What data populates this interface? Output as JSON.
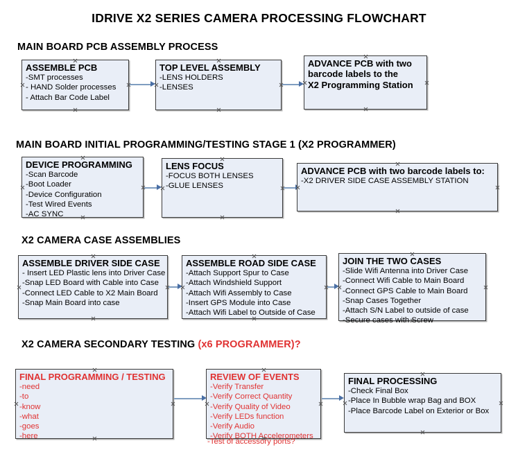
{
  "title": "IDRIVE X2  SERIES CAMERA PROCESSING FLOWCHART",
  "sections": [
    {
      "heading": "MAIN BOARD PCB ASSEMBLY PROCESS",
      "accent": ""
    },
    {
      "heading": "MAIN BOARD INITIAL PROGRAMMING/TESTING STAGE 1 (X2 PROGRAMMER)",
      "accent": ""
    },
    {
      "heading": "X2 CAMERA CASE ASSEMBLIES",
      "accent": ""
    },
    {
      "heading": "X2 CAMERA SECONDARY TESTING ",
      "accent": "(x6 PROGRAMMER)?"
    }
  ],
  "nodes": {
    "assemble_pcb": {
      "title": "ASSEMBLE PCB",
      "lines": [
        "-SMT processes",
        "- HAND Solder processes",
        "- Attach Bar Code Label"
      ]
    },
    "top_level_assembly": {
      "title": "TOP LEVEL ASSEMBLY",
      "lines": [
        "-LENS HOLDERS",
        "-LENSES"
      ]
    },
    "advance_pcb_station": {
      "title_l1": "ADVANCE PCB with two",
      "title_l2": "barcode labels to the",
      "title_l3": " X2 Programming Station"
    },
    "device_programming": {
      "title": "DEVICE PROGRAMMING",
      "lines": [
        "-Scan Barcode",
        "-Boot Loader",
        "-Device Configuration",
        "-Test Wired Events",
        "-AC SYNC"
      ]
    },
    "lens_focus": {
      "title": "LENS FOCUS",
      "lines": [
        "-FOCUS BOTH LENSES",
        "-GLUE LENSES"
      ]
    },
    "advance_pcb_driver": {
      "title": "ADVANCE PCB with two barcode labels to:",
      "lines": [
        "-X2 DRIVER  SIDE  CASE  ASSEMBLY STATION"
      ]
    },
    "assemble_driver_case": {
      "title": "ASSEMBLE DRIVER SIDE CASE",
      "lines": [
        "- Insert LED Plastic lens into Driver Case",
        "-Snap LED Board with Cable into Case",
        "-Connect LED Cable to X2 Main Board",
        "-Snap Main Board into case"
      ]
    },
    "assemble_road_case": {
      "title": "ASSEMBLE ROAD SIDE CASE",
      "lines": [
        "-Attach Support Spur to Case",
        "-Attach Windshield Support",
        "-Attach Wifi Assembly to Case",
        "-Insert GPS Module into Case",
        "-Attach Wifi Label to Outside of Case"
      ]
    },
    "join_two_cases": {
      "title": "JOIN THE TWO CASES",
      "lines": [
        "-Slide Wifi Antenna into Driver Case",
        "-Connect Wifi Cable to Main Board",
        "-Connect GPS Cable to Main Board",
        "-Snap Cases Together",
        "-Attach S/N Label to outside of case",
        "-Secure cases with Screw"
      ]
    },
    "final_programming": {
      "title": "FINAL PROGRAMMING / TESTING",
      "lines": [
        "-need",
        "-to",
        "-know",
        "-what",
        "-goes",
        "-here"
      ]
    },
    "review_of_events": {
      "title": "REVIEW OF EVENTS",
      "lines": [
        "-Verify Transfer",
        "-Verify Correct Quantity",
        "-Verify Quality of Video",
        "-Verify LEDs function",
        "-Verify Audio",
        "-Verify BOTH Accelerometers"
      ],
      "overflow_line": "-Test of accessory ports?"
    },
    "final_processing": {
      "title": "FINAL PROCESSING",
      "lines": [
        " -Check Final Box",
        "-Place In Bubble wrap Bag and BOX",
        "-Place Barcode Label on Exterior or Box"
      ]
    }
  },
  "colors": {
    "node_fill": "#e9eef7",
    "node_border": "#3a3a3a",
    "connector": "#7f9dc0",
    "arrow": "#4a6fa5",
    "accent_red": "#e03232"
  }
}
